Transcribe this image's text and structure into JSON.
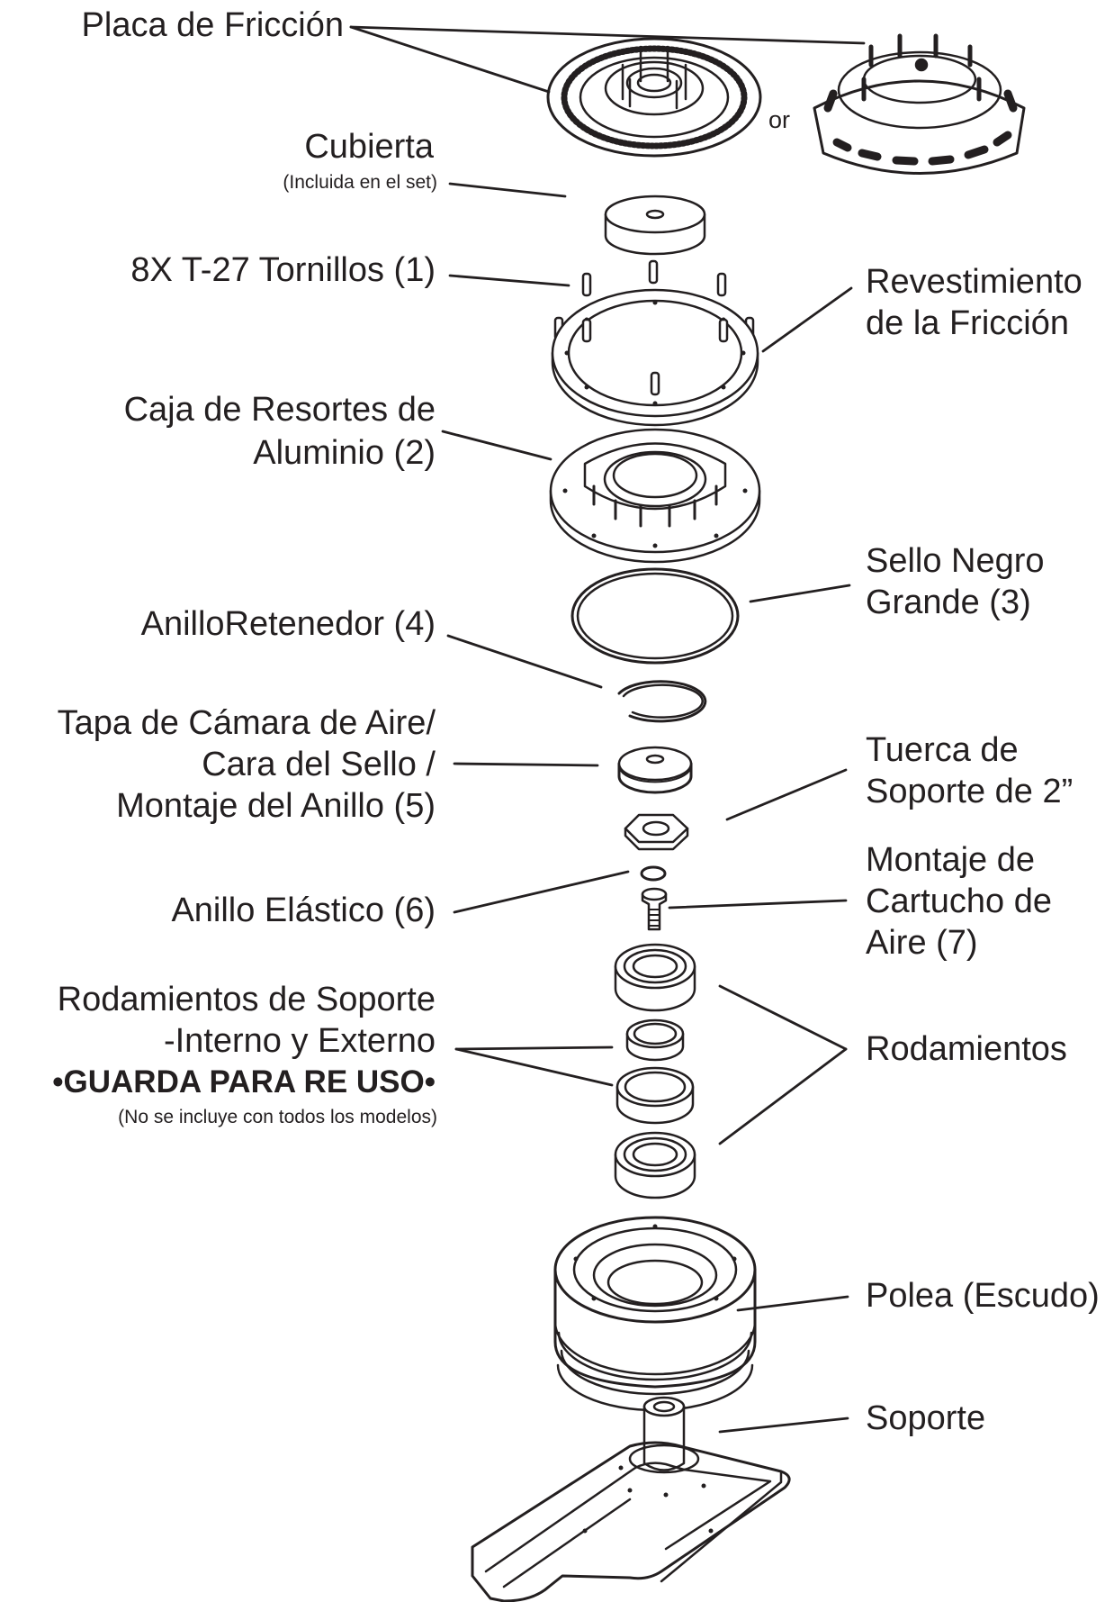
{
  "labels": {
    "placa": "Placa de Fricción",
    "or": "or",
    "cubierta": "Cubierta",
    "cubierta_note": "(Incluida en el set)",
    "tornillos": "8X T-27 Tornillos (1)",
    "revest_1": "Revestimiento",
    "revest_2": "de la Fricción",
    "caja_1": "Caja de Resortes de",
    "caja_2": "Aluminio (2)",
    "sello_1": "Sello Negro",
    "sello_2": "Grande (3)",
    "anillo_ret": "AnilloRetenedor (4)",
    "tapa_1": "Tapa de Cámara de Aire/",
    "tapa_2": "Cara del Sello /",
    "tapa_3": "Montaje del Anillo (5)",
    "tuerca_1": "Tuerca de",
    "tuerca_2": "Soporte de 2”",
    "montaje_1": "Montaje de",
    "montaje_2": "Cartucho de",
    "montaje_3": "Aire (7)",
    "anillo_el": "Anillo Elástico (6)",
    "rod_sop_1": "Rodamientos de Soporte",
    "rod_sop_2": "-Interno y Externo",
    "guarda": "•GUARDA PARA RE USO•",
    "guarda_note": "(No se incluye con todos los modelos)",
    "rodamientos": "Rodamientos",
    "polea": "Polea (Escudo)",
    "soporte": "Soporte"
  }
}
